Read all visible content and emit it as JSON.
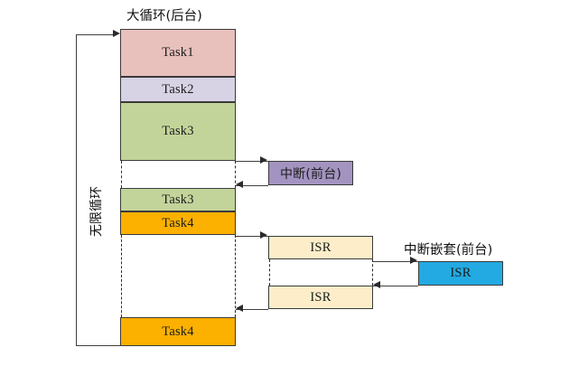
{
  "diagram": {
    "title_top": "大循环(后台)",
    "title_nested": "中断嵌套(前台)",
    "loop_label": "无限循环",
    "blocks": {
      "task1": "Task1",
      "task2": "Task2",
      "task3_a": "Task3",
      "task3_b": "Task3",
      "task4_a": "Task4",
      "task4_b": "Task4",
      "interrupt": "中断(前台)",
      "isr_1": "ISR",
      "isr_2": "ISR",
      "isr_nested": "ISR"
    },
    "colors": {
      "task1": "#e8c0bc",
      "task2": "#d7d2e4",
      "task3": "#c3d49a",
      "task4": "#fcb000",
      "interrupt": "#a393c0",
      "isr": "#fdeec9",
      "isr_nested": "#23aae2",
      "stroke": "#3a3a3a",
      "background": "#ffffff"
    }
  }
}
